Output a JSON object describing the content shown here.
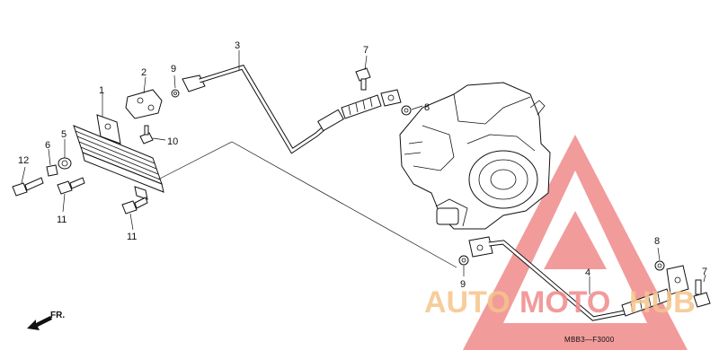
{
  "diagram": {
    "callouts": [
      {
        "id": "c1",
        "text": "1"
      },
      {
        "id": "c2",
        "text": "2"
      },
      {
        "id": "c3",
        "text": "3"
      },
      {
        "id": "c4",
        "text": "4"
      },
      {
        "id": "c5",
        "text": "5"
      },
      {
        "id": "c6",
        "text": "6"
      },
      {
        "id": "c7a",
        "text": "7"
      },
      {
        "id": "c7b",
        "text": "7"
      },
      {
        "id": "c8a",
        "text": "8"
      },
      {
        "id": "c8b",
        "text": "8"
      },
      {
        "id": "c9a",
        "text": "9"
      },
      {
        "id": "c9b",
        "text": "9"
      },
      {
        "id": "c10",
        "text": "10"
      },
      {
        "id": "c11a",
        "text": "11"
      },
      {
        "id": "c11b",
        "text": "11"
      },
      {
        "id": "c12",
        "text": "12"
      }
    ],
    "direction_label": "FR.",
    "figure_code": "MBB3—F3000"
  },
  "watermark": {
    "brand_part1": "AUTO",
    "brand_part2": "MOTO",
    "brand_part3": "HUB",
    "colors": {
      "triangle": "#f08a8a",
      "auto": "#f5c58a",
      "moto": "#f08a8a",
      "hub": "#f5c58a"
    }
  }
}
